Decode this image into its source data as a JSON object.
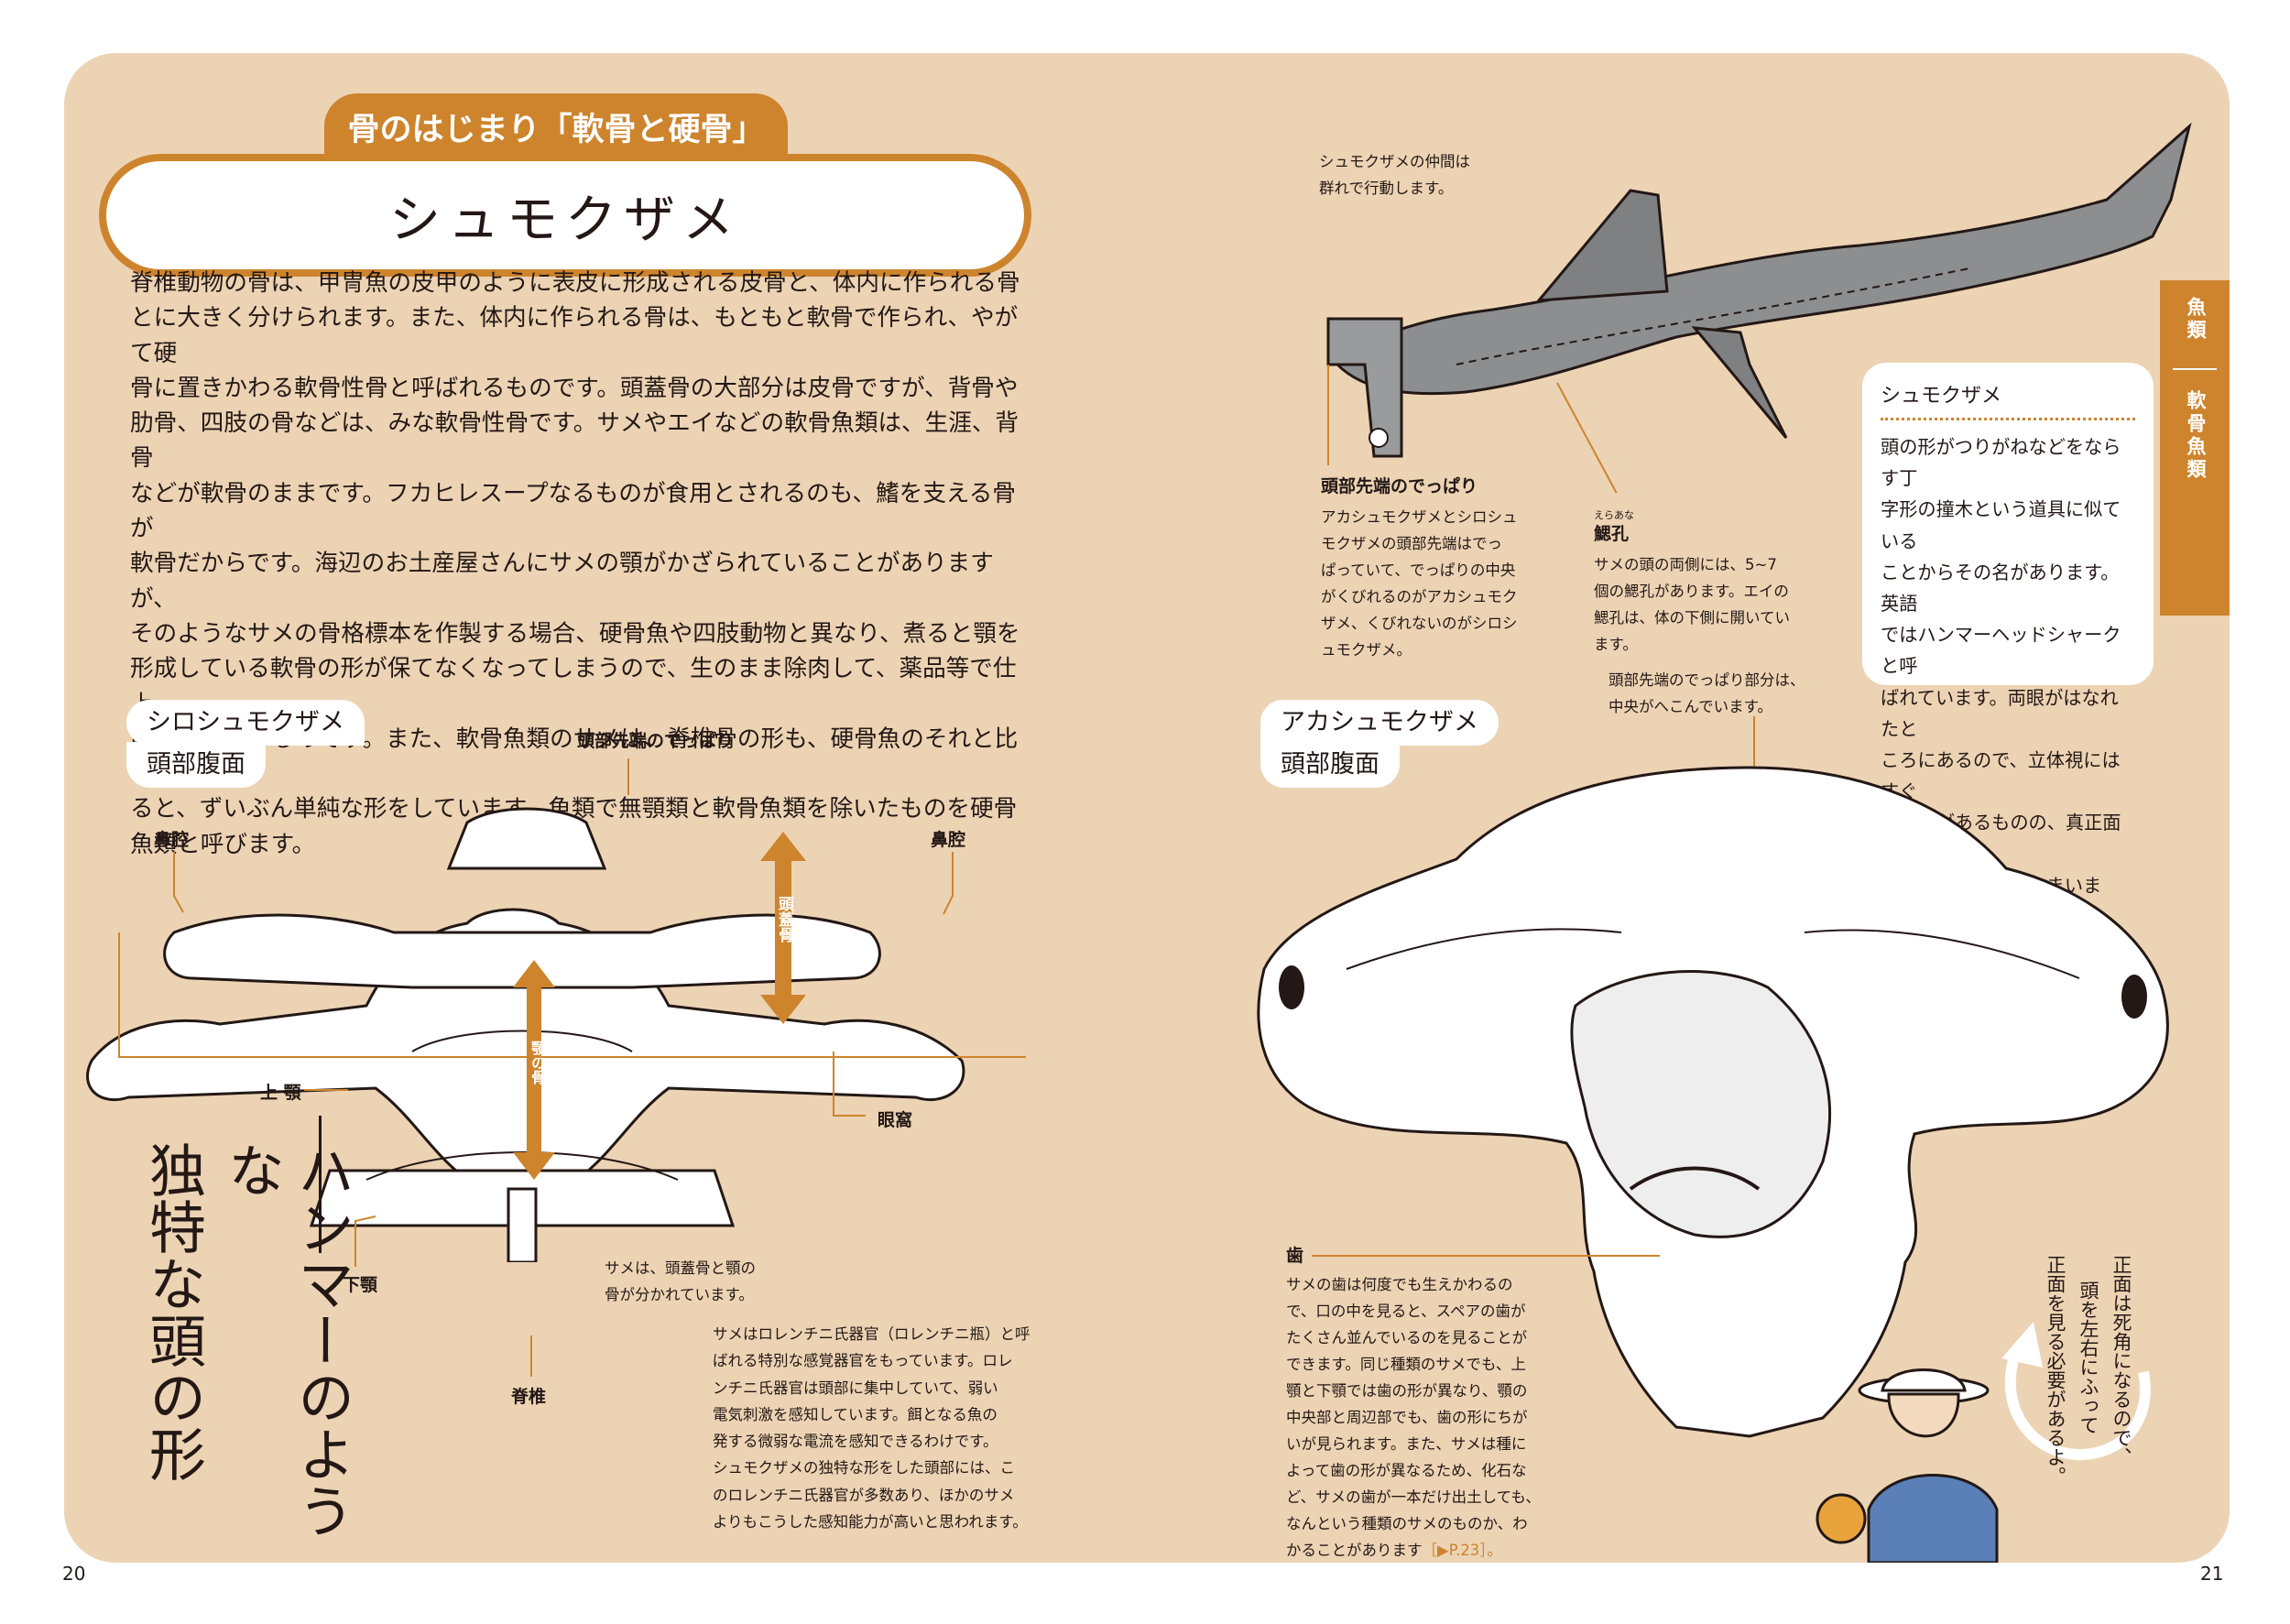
{
  "header": {
    "category_tab": "骨のはじまり「軟骨と硬骨」",
    "title": "シュモクザメ"
  },
  "body_text": [
    "脊椎動物の骨は、甲冑魚の皮甲のように表皮に形成される皮骨と、体内に作られる骨",
    "とに大きく分けられます。また、体内に作られる骨は、もともと軟骨で作られ、やがて硬",
    "骨に置きかわる軟骨性骨と呼ばれるものです。頭蓋骨の大部分は皮骨ですが、背骨や",
    "肋骨、四肢の骨などは、みな軟骨性骨です。サメやエイなどの軟骨魚類は、生涯、背骨",
    "などが軟骨のままです。フカヒレスープなるものが食用とされるのも、鰭を支える骨が",
    "軟骨だからです。海辺のお土産屋さんにサメの顎がかざられていることがありますが、",
    "そのようなサメの骨格標本を作製する場合、硬骨魚や四肢動物と異なり、煮ると顎を",
    "形成している軟骨の形が保てなくなってしまうので、生のまま除肉して、薬品等で仕上",
    "げる必要があるのです。また、軟骨魚類のサメは、脊椎骨の形も、硬骨魚のそれと比べ",
    "ると、ずいぶん単純な形をしています。魚類で無顎類と軟骨魚類を除いたものを硬骨",
    "魚類と呼びます。"
  ],
  "left_figure": {
    "title_line1": "シロシュモクザメ",
    "title_line2": "頭部腹面",
    "labels": {
      "snout": "頭部先端のでっぱり",
      "nasal_left": "鼻腔",
      "nasal_right": "鼻腔",
      "cranium": "頭蓋骨",
      "jaw_joint": "顎の骨",
      "upper_jaw": "上 顎",
      "lower_jaw": "下顎",
      "orbit": "眼窩",
      "spine": "脊椎"
    },
    "caption_separate": [
      "サメは、頭蓋骨と顎の",
      "骨が分かれています。"
    ],
    "caption_lorenzini": [
      "サメはロレンチニ氏器官（ロレンチニ瓶）と呼",
      "ばれる特別な感覚器官をもっています。ロレ",
      "ンチニ氏器官は頭部に集中していて、弱い",
      "電気刺激を感知しています。餌となる魚の",
      "発する微弱な電流を感知できるわけです。",
      "シュモクザメの独特な形をした頭部には、こ",
      "のロレンチニ氏器官が多数あり、ほかのサメ",
      "よりもこうした感知能力が高いと思われます。"
    ],
    "headline_col1": "ハンマーのような",
    "headline_col2": "独特な頭の形"
  },
  "top_right": {
    "caption_group": [
      "シュモクザメの仲間は",
      "群れで行動します。"
    ],
    "snout_title": "頭部先端のでっぱり",
    "snout_text": [
      "アカシュモクザメとシロシュ",
      "モクザメの頭部先端はでっ",
      "ぱっていて、でっぱりの中央",
      "がくびれるのがアカシュモク",
      "ザメ、くびれないのがシロシ",
      "ュモクザメ。"
    ],
    "gill_ruby": "えらあな",
    "gill_title": "鰓孔",
    "gill_text": [
      "サメの頭の両側には、5~7",
      "個の鰓孔があります。エイの",
      "鰓孔は、体の下側に開いてい",
      "ます。"
    ]
  },
  "info_box": {
    "heading": "シュモクザメ",
    "lines": [
      "頭の形がつりがねなどをならす丁",
      "字形の撞木という道具に似ている",
      "ことからその名があります。英語",
      "ではハンマーヘッドシャークと呼",
      "ばれています。両眼がはなれたと",
      "ころにあるので、立体視にはすぐ",
      "れた点があるものの、真正面は視",
      "野の死角になってしまいます。"
    ]
  },
  "side_tab": {
    "main": "魚類",
    "sub": "軟骨魚類"
  },
  "right_figure": {
    "title_line1": "アカシュモクザメ",
    "title_line2": "頭部腹面",
    "caption_snout": [
      "頭部先端のでっぱり部分は、",
      "中央がへこんでいます。"
    ],
    "teeth_title": "歯",
    "teeth_text": [
      "サメの歯は何度でも生えかわるの",
      "で、口の中を見ると、スペアの歯が",
      "たくさん並んでいるのを見ることが",
      "できます。同じ種類のサメでも、上",
      "顎と下顎では歯の形が異なり、顎の",
      "中央部と周辺部でも、歯の形にちが",
      "いが見られます。また、サメは種に",
      "よって歯の形が異なるため、化石な",
      "ど、サメの歯が一本だけ出土しても、",
      "なんという種類のサメのものか、わ",
      "かることがあります"
    ],
    "teeth_ref": "［▶P.23］。",
    "speech_col1": "正面は死角になるので、",
    "speech_col2": "頭を左右にふって",
    "speech_col3": "正面を見る必要があるよ。"
  },
  "page_numbers": {
    "left": "20",
    "right": "21"
  }
}
